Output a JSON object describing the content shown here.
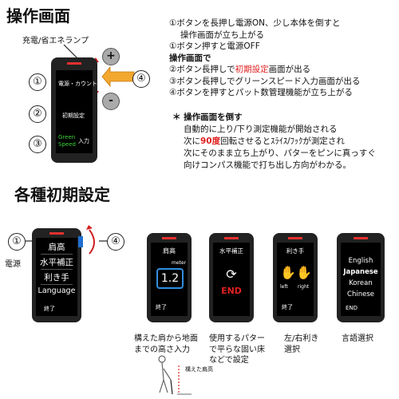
{
  "top": {
    "title": "操作画面",
    "led_label": "充電/省エネランプ",
    "markers": [
      "①",
      "②",
      "③",
      "④"
    ],
    "plus": "+",
    "minus": "-",
    "screen_labels": {
      "power_count": "電源・カウント",
      "initial_settings": "初期設定",
      "green_speed_1": "Green",
      "green_speed_2": "Speed",
      "input": "入力"
    },
    "notes": {
      "line1": "①ボタンを長押し電源ON、少し本体を倒すと",
      "line2": "操作画面が立ち上がる",
      "line3": "①ボタン押すと電源OFF",
      "heading": "操作画面で",
      "line5_a": "②ボタン長押しで",
      "line5_red": "初期設定",
      "line5_b": "画面が出る",
      "line6": "③ボタン長押しでグリーンスピード入力画面が出る",
      "line7": "④ボタンを押すとパット数管理機能が立ち上がる",
      "tilt_heading": "＊ 操作画面を倒す",
      "tilt1": "自動的に上り/下り測定機能が開始される",
      "tilt2_a": "次に",
      "tilt2_red": "90度",
      "tilt2_b": "回転させるとｽﾗｲｽ/ﾌｯｸが測定され",
      "tilt3": "次にそのまま立ち上がり、パターをピンに真っすぐ",
      "tilt4": "向けコンパス機能で打ち出し方向がわかる。"
    }
  },
  "bottom": {
    "title": "各種初期設定",
    "power_label": "電源",
    "markers": [
      "①",
      "④"
    ],
    "menu": [
      "肩高",
      "水平補正",
      "利き手",
      "Language"
    ],
    "end_label": "終了",
    "screens": {
      "shoulder": {
        "title": "肩高",
        "unit": "meter",
        "value": "1.2",
        "end": "終了"
      },
      "level": {
        "title": "水平補正",
        "end": "END"
      },
      "hand": {
        "title": "利き手",
        "left": "left",
        "right": "right",
        "end": "終了"
      },
      "language": {
        "items": [
          "English",
          "Japanese",
          "Korean",
          "Chinese"
        ],
        "end": "END"
      }
    },
    "captions": {
      "shoulder_1": "構えた肩から地面",
      "shoulder_2": "までの高さ入力",
      "level_1": "使用するパター",
      "level_2": "で平らな固い床",
      "level_3": "などで設定",
      "hand_1": "左/右利き",
      "hand_2": "選択",
      "language_1": "言語選択",
      "figure_label": "構えた肩高"
    }
  },
  "colors": {
    "accent_red": "#e02020",
    "arrow_orange": "#f2a72f",
    "led_red": "#e53030",
    "value_blue": "#2f8fe0",
    "speed_green": "#3bd13b",
    "button_blue": "#1f6fd0"
  }
}
